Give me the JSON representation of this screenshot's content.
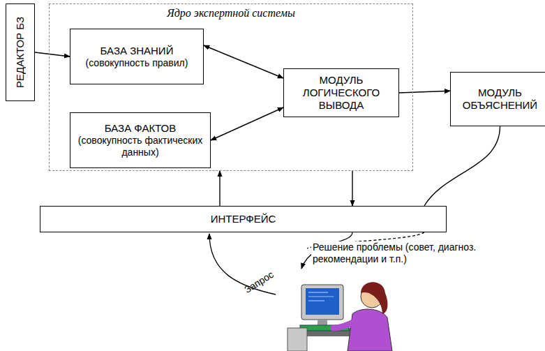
{
  "diagram": {
    "nodes": [
      {
        "text": [
          "Ядро экспертной системы"
        ]
      },
      {
        "text": [
          "БАЗА ЗНАНИЙ",
          "(совокупность правил)"
        ],
        "in": 0
      },
      {
        "text": [
          "БАЗА ФАКТОВ",
          "(совокупность фактических данных)"
        ],
        "in": 0
      },
      {
        "text": [
          "МОДУЛЬ ЛОГИЧЕСКОГО ВЫВОДА"
        ],
        "in": 0
      },
      {
        "text": [
          "РЕДАКТОР БЗ"
        ]
      },
      {
        "text": [
          "МОДУЛЬ ОБЪЯСНЕНИЙ"
        ]
      },
      {
        "text": [
          "ИНТЕРФЕЙС"
        ]
      }
    ],
    "edges": [
      {
        "from": 4,
        "to": 1,
        "arrow": "to"
      },
      {
        "from": 1,
        "to": 3,
        "arrow": "both"
      },
      {
        "from": 2,
        "to": 3,
        "arrow": "both"
      },
      {
        "from": 3,
        "to": 5,
        "arrow": "to"
      },
      {
        "from": 6,
        "to": 0,
        "arrow": "to"
      },
      {
        "from": 0,
        "to": 6,
        "arrow": "to"
      },
      {
        "from": 5,
        "to": 6,
        "arrow": "none"
      }
    ],
    "labels": [
      "Решение проблемы (совет, диагноз. рекомендации и т.п.)",
      "Запрос"
    ]
  }
}
